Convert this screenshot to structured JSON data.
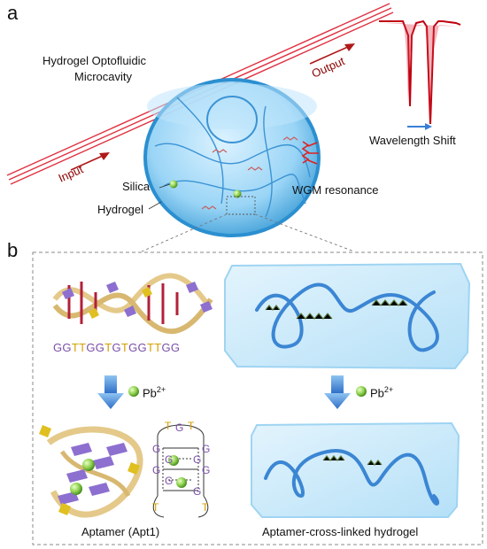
{
  "panel_a": {
    "letter": "a",
    "title_line1": "Hydrogel Optofluidic",
    "title_line2": "Microcavity",
    "input_label": "Input",
    "output_label": "Output",
    "silica_label": "Silica",
    "hydrogel_label": "Hydrogel",
    "wgm_label": "WGM resonance",
    "shift_label": "Wavelength Shift"
  },
  "panel_b": {
    "letter": "b",
    "sequence": "GGTTGGTGTGGTTGG",
    "ion_label": "Pb",
    "ion_charge": "2+",
    "left_caption": "Aptamer (Apt1)",
    "right_caption": "Aptamer-cross-linked hydrogel",
    "gquad_letters": [
      "T",
      "G",
      "T",
      "G",
      "G",
      "G",
      "G",
      "G",
      "G",
      "G",
      "G",
      "T",
      "T"
    ]
  },
  "colors": {
    "fiber": "#e03040",
    "spectrum": "#c00010",
    "hydrogel_blue": "#5ab4e8",
    "arrow_blue": "#3a7fd6",
    "pb_green": "#8fd14f",
    "g_color": "#7a4fa8",
    "t_color": "#d4a000"
  }
}
